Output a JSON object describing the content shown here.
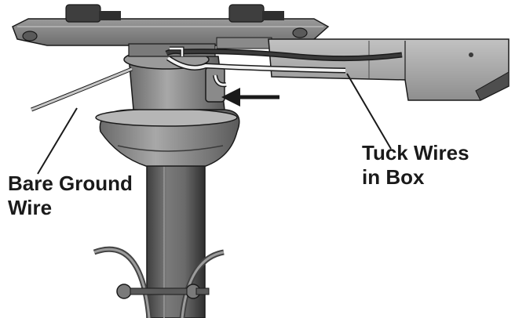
{
  "diagram": {
    "labels": {
      "ground_wire": [
        "Bare Ground",
        "Wire"
      ],
      "tuck_wires": [
        "Tuck Wires",
        "in Box"
      ]
    },
    "colors": {
      "background": "#ffffff",
      "metal_dark": "#5e5e5e",
      "metal_mid": "#8a8a8a",
      "metal_light": "#b4b4b4",
      "outline": "#1a1a1a",
      "wire_black": "#3a3a3a",
      "wire_white": "#f2f2f2",
      "ground_wire": "#c8c8c8"
    },
    "icons": [
      "arrow-left-icon"
    ]
  }
}
